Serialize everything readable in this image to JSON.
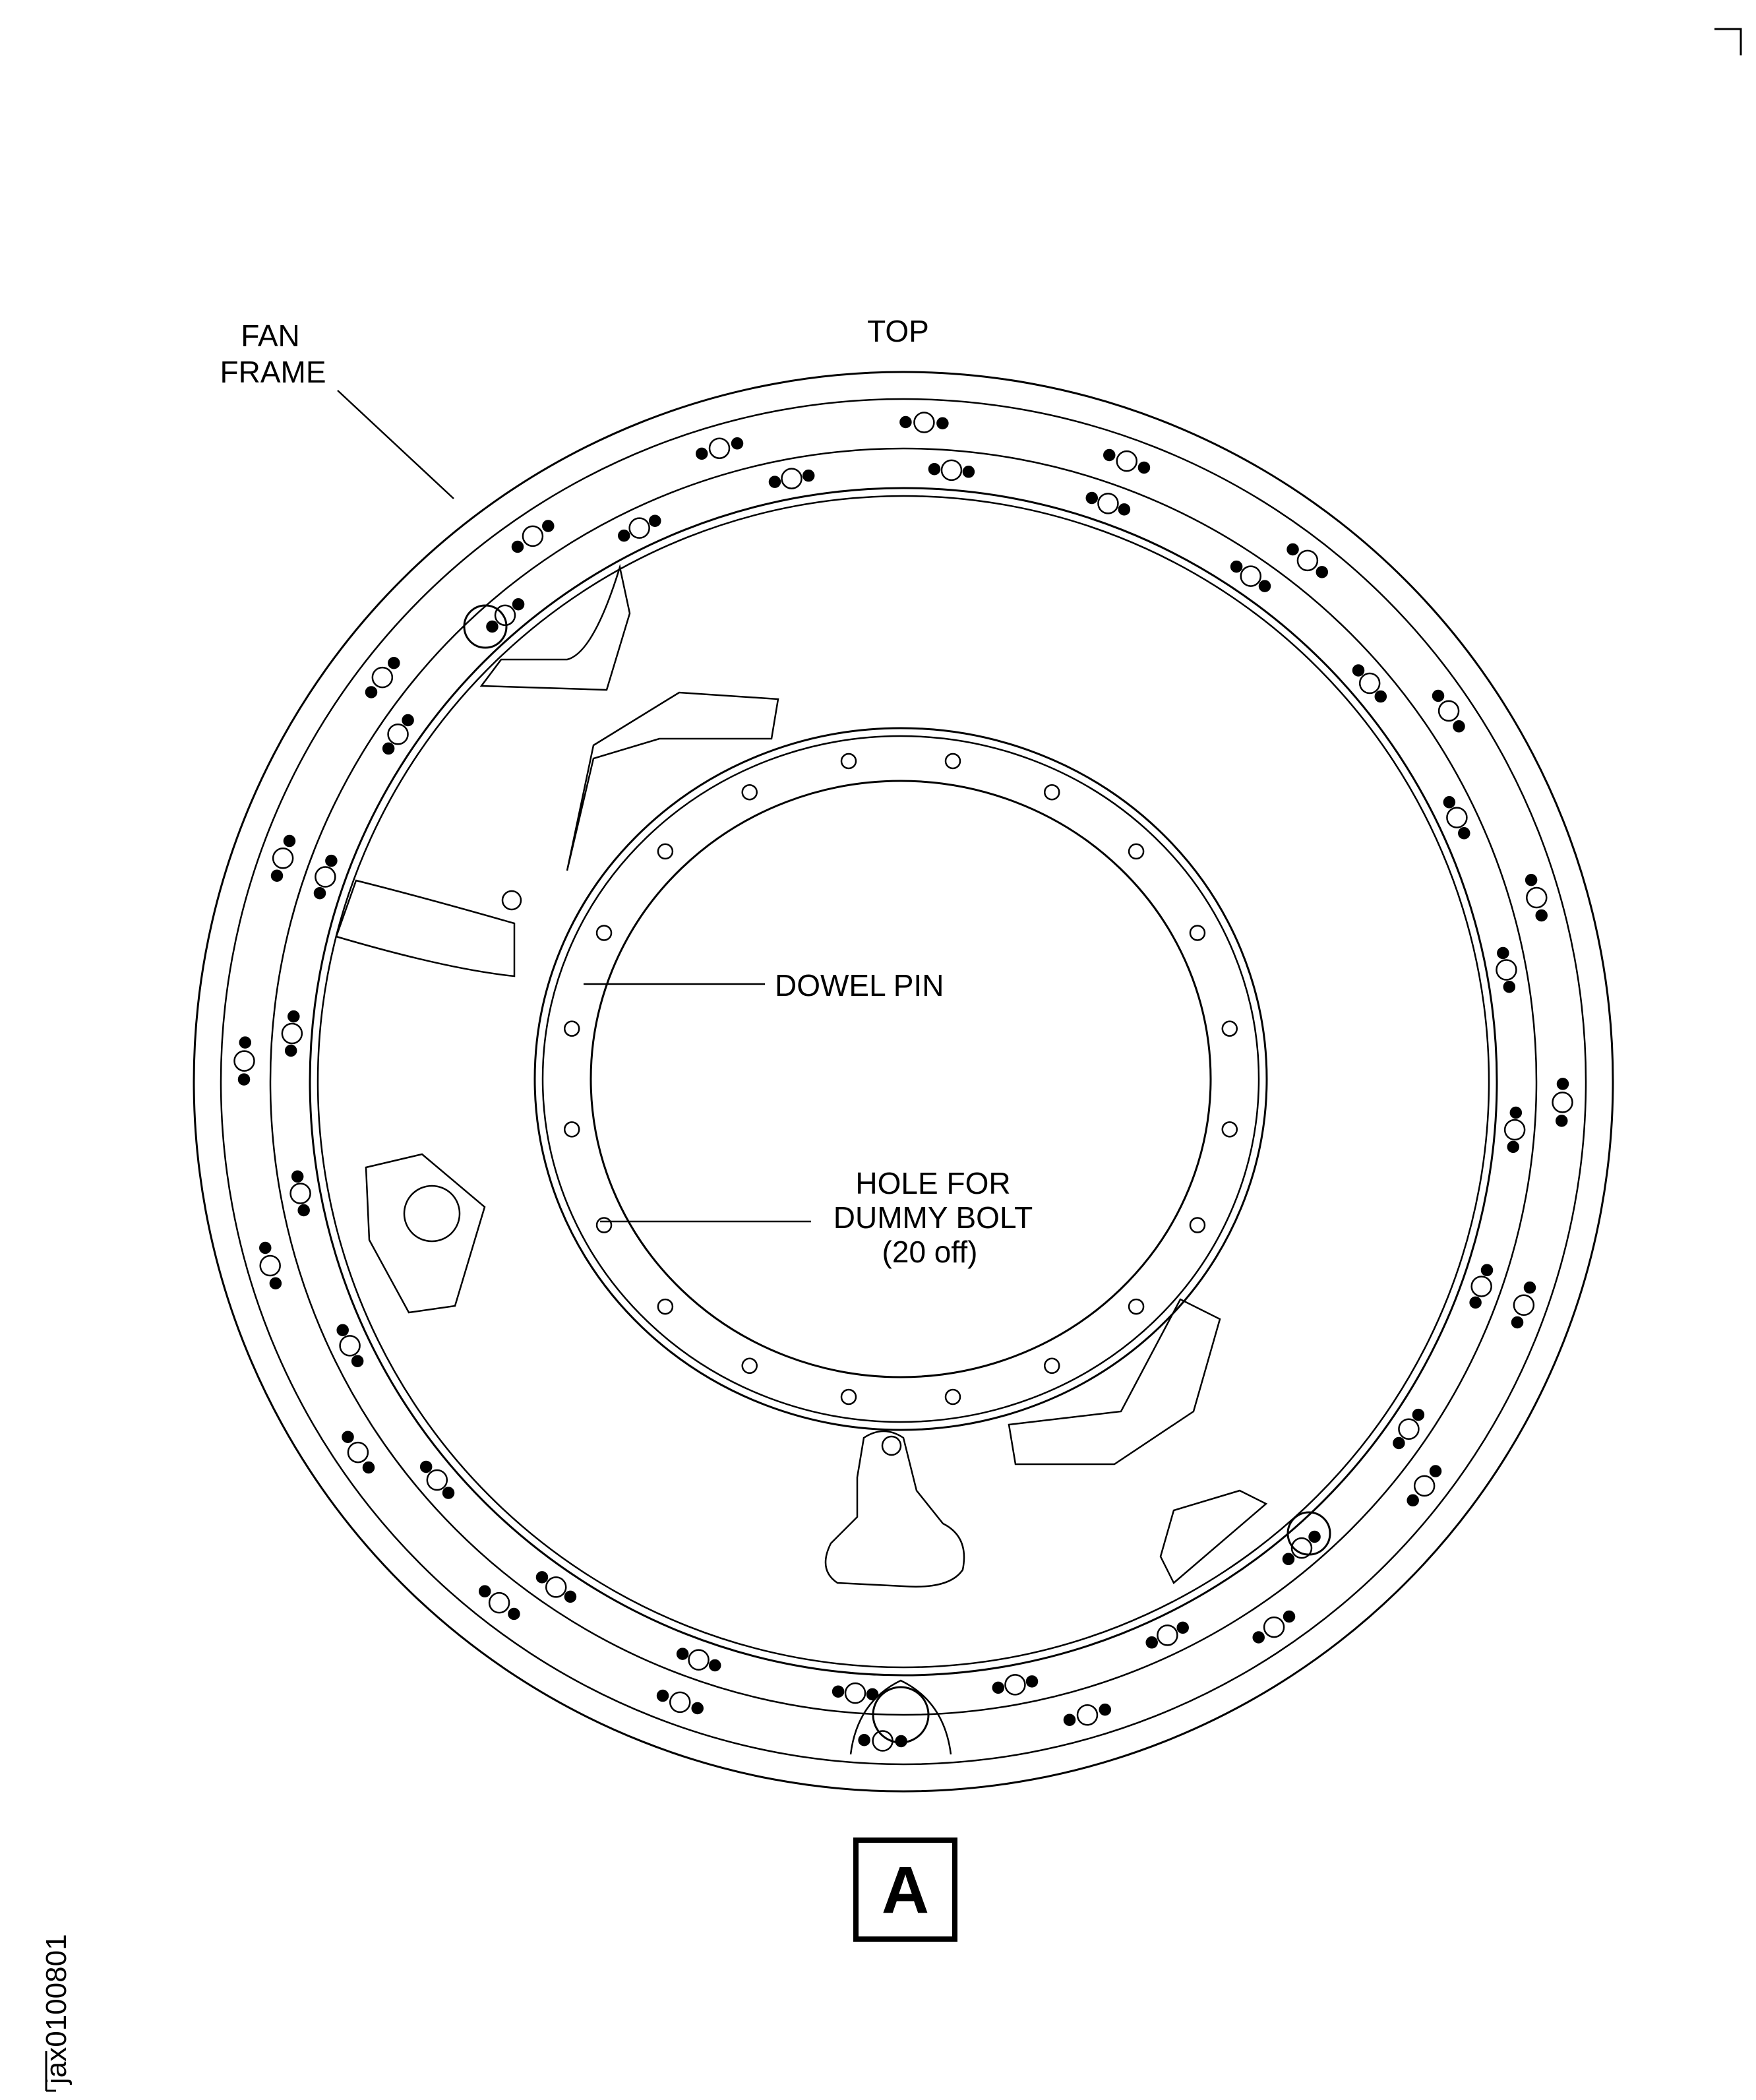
{
  "labels": {
    "fan_frame_line1": "FAN",
    "fan_frame_line2": "FRAME",
    "top": "TOP",
    "dowel_pin": "DOWEL PIN",
    "dummy_bolt_line1": "HOLE FOR",
    "dummy_bolt_line2": "DUMMY BOLT",
    "dummy_bolt_line3": "(20 off)",
    "view": "A",
    "figure_id": "jax0100801"
  },
  "dummy_bolt_hole_count": 20
}
